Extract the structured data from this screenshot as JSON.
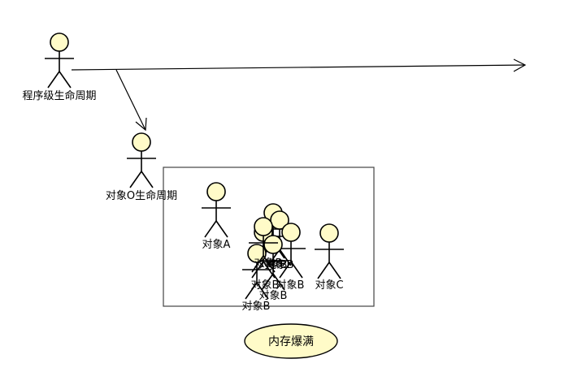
{
  "actors": {
    "program_lifecycle": {
      "label": "程序级生命周期"
    },
    "object_o_lifecycle": {
      "label": "对象O生命周期"
    },
    "object_a": {
      "label": "对象A"
    },
    "object_c": {
      "label": "对象C"
    },
    "object_b_list": [
      {
        "label": "对象B"
      },
      {
        "label": "对象B"
      },
      {
        "label": "对象B"
      },
      {
        "label": "对象B"
      },
      {
        "label": "对象B"
      },
      {
        "label": "对象B"
      },
      {
        "label": "对象B"
      }
    ]
  },
  "memory_full": {
    "label": "内存爆满"
  },
  "colors": {
    "actor_head_fill": "#fffbc8",
    "stroke": "#000000",
    "ellipse_fill": "#fffbc8",
    "box_stroke": "#444444"
  }
}
